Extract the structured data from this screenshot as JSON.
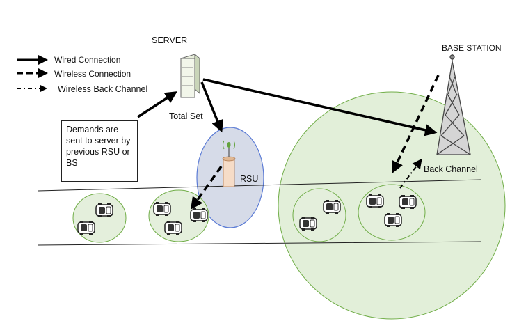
{
  "legend": [
    {
      "label": "Wired Connection",
      "style": "solid"
    },
    {
      "label": "Wireless Connection",
      "style": "dashed"
    },
    {
      "label": "Wireless Back Channel",
      "style": "dash-dot"
    }
  ],
  "labels": {
    "server": "SERVER",
    "total_set": "Total Set",
    "base_station": "BASE STATION",
    "rsu": "RSU",
    "back_channel": "Back Channel",
    "demands_note": "Demands are sent to server by previous RSU or BS"
  },
  "colors": {
    "coverage_fill": "#e2efd9",
    "coverage_stroke": "#70ad47",
    "rsu_fill": "#d6dbe8",
    "rsu_stroke": "#5b7bd5",
    "cluster_fill": "#e4efdc",
    "line": "#000000"
  },
  "icons": [
    "server-icon",
    "tower-icon",
    "rsu-antenna-icon",
    "car-icon"
  ]
}
